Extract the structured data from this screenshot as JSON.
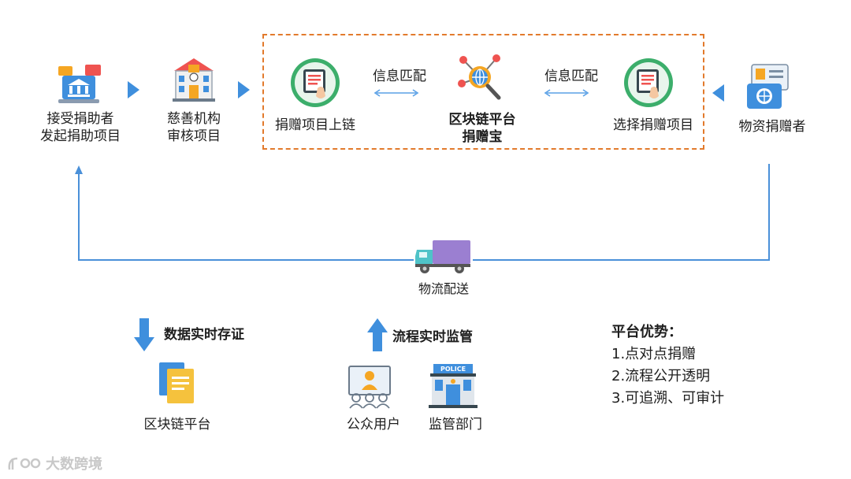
{
  "nodes": {
    "recipient": [
      "接受捐助者",
      "发起捐助项目"
    ],
    "charity": [
      "慈善机构",
      "审核项目"
    ],
    "chain_upload": "捐赠项目上链",
    "platform": [
      "区块链平台",
      "捐赠宝"
    ],
    "select_project": "选择捐赠项目",
    "donor": "物资捐赠者"
  },
  "edges": {
    "match_left": "信息匹配",
    "match_right": "信息匹配"
  },
  "logistics": "物流配送",
  "storage": {
    "heading": "数据实时存证",
    "label": "区块链平台"
  },
  "supervision": {
    "heading": "流程实时监管",
    "public": "公众用户",
    "regulator": "监管部门",
    "police_text": "POLICE"
  },
  "advantages": {
    "title": "平台优势：",
    "items": [
      "1.点对点捐赠",
      "2.流程公开透明",
      "3.可追溯、可审计"
    ]
  },
  "watermark": "大数跨境",
  "colors": {
    "accent_blue": "#3f8fdd",
    "dashed_orange": "#e27a2c",
    "green_ring": "#3cae6b"
  }
}
